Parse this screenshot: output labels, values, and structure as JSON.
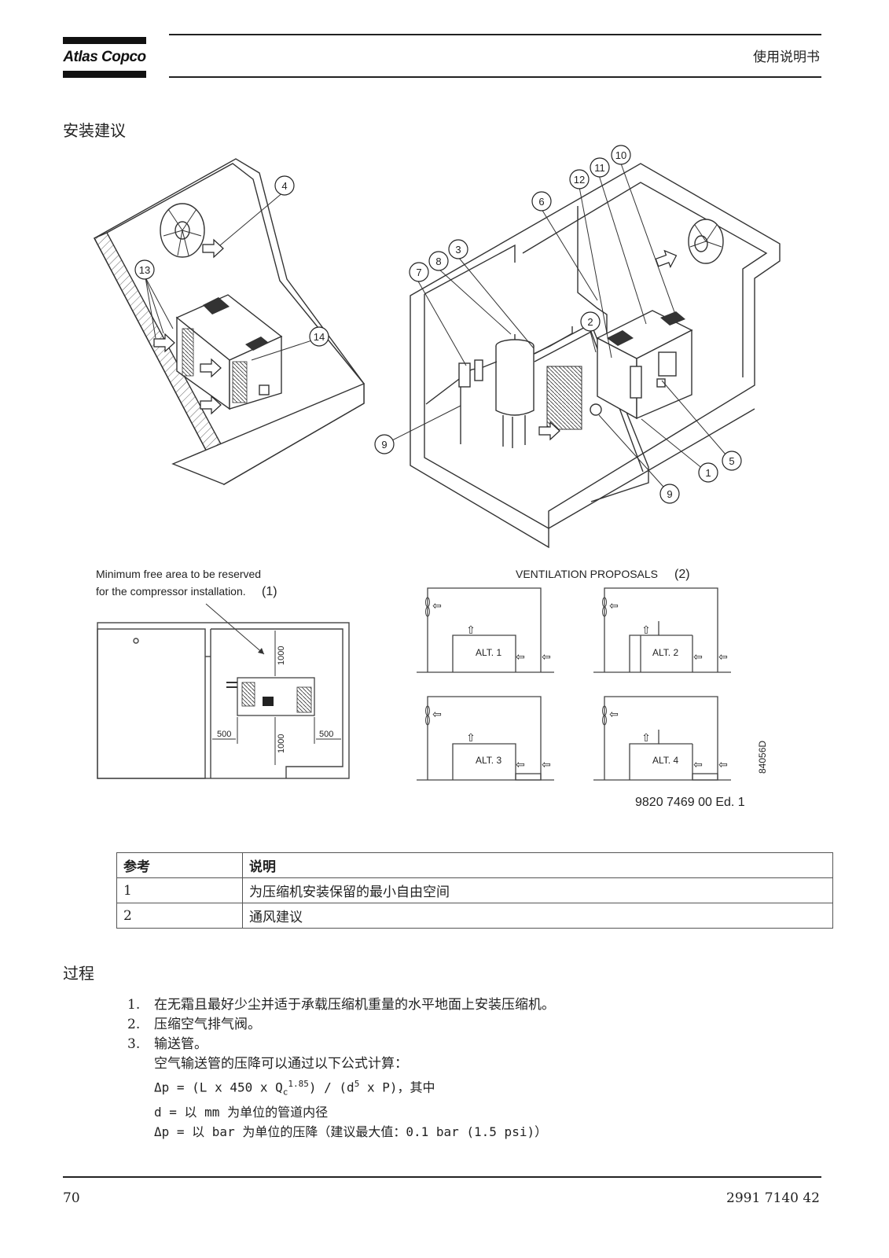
{
  "header": {
    "logo_text": "Atlas Copco",
    "doc_type": "使用说明书"
  },
  "section_title": "安装建议",
  "figure": {
    "callouts": [
      "4",
      "13",
      "14",
      "10",
      "11",
      "12",
      "6",
      "3",
      "8",
      "7",
      "2",
      "9",
      "5",
      "1",
      "9"
    ],
    "floor_plan_caption_line1": "Minimum free area to be reserved",
    "floor_plan_caption_line2": "for the compressor installation.",
    "floor_plan_caption_ref": "(1)",
    "dim_1000_top": "1000",
    "dim_1000_bottom": "1000",
    "dim_500_left": "500",
    "dim_500_right": "500",
    "ventilation_title": "VENTILATION PROPOSALS",
    "ventilation_ref": "(2)",
    "alt_labels": [
      "ALT. 1",
      "ALT. 2",
      "ALT. 3",
      "ALT. 4"
    ],
    "figure_code": "84056D",
    "edition": "9820 7469 00 Ed. 1"
  },
  "ref_table": {
    "headers": [
      "参考",
      "说明"
    ],
    "rows": [
      [
        "1",
        "为压缩机安装保留的最小自由空间"
      ],
      [
        "2",
        "通风建议"
      ]
    ]
  },
  "procedure": {
    "title": "过程",
    "steps": [
      {
        "num": "1.",
        "text": "在无霜且最好少尘并适于承载压缩机重量的水平地面上安装压缩机。"
      },
      {
        "num": "2.",
        "text": "压缩空气排气阀。"
      },
      {
        "num": "3.",
        "text": "输送管。"
      }
    ],
    "step3_intro": "空气输送管的压降可以通过以下公式计算：",
    "formula_prefix": "Δp = (L x 450 x Q",
    "formula_sub_c": "c",
    "formula_sup_185": "1.85",
    "formula_mid": ") / (d",
    "formula_sup_5": "5",
    "formula_suffix": " x P)，其中",
    "def_d": "d = 以 mm 为单位的管道内径",
    "def_dp": "Δp = 以 bar 为单位的压降（建议最大值：0.1 bar (1.5 psi)）"
  },
  "footer": {
    "page_number": "70",
    "doc_number": "2991 7140 42"
  }
}
